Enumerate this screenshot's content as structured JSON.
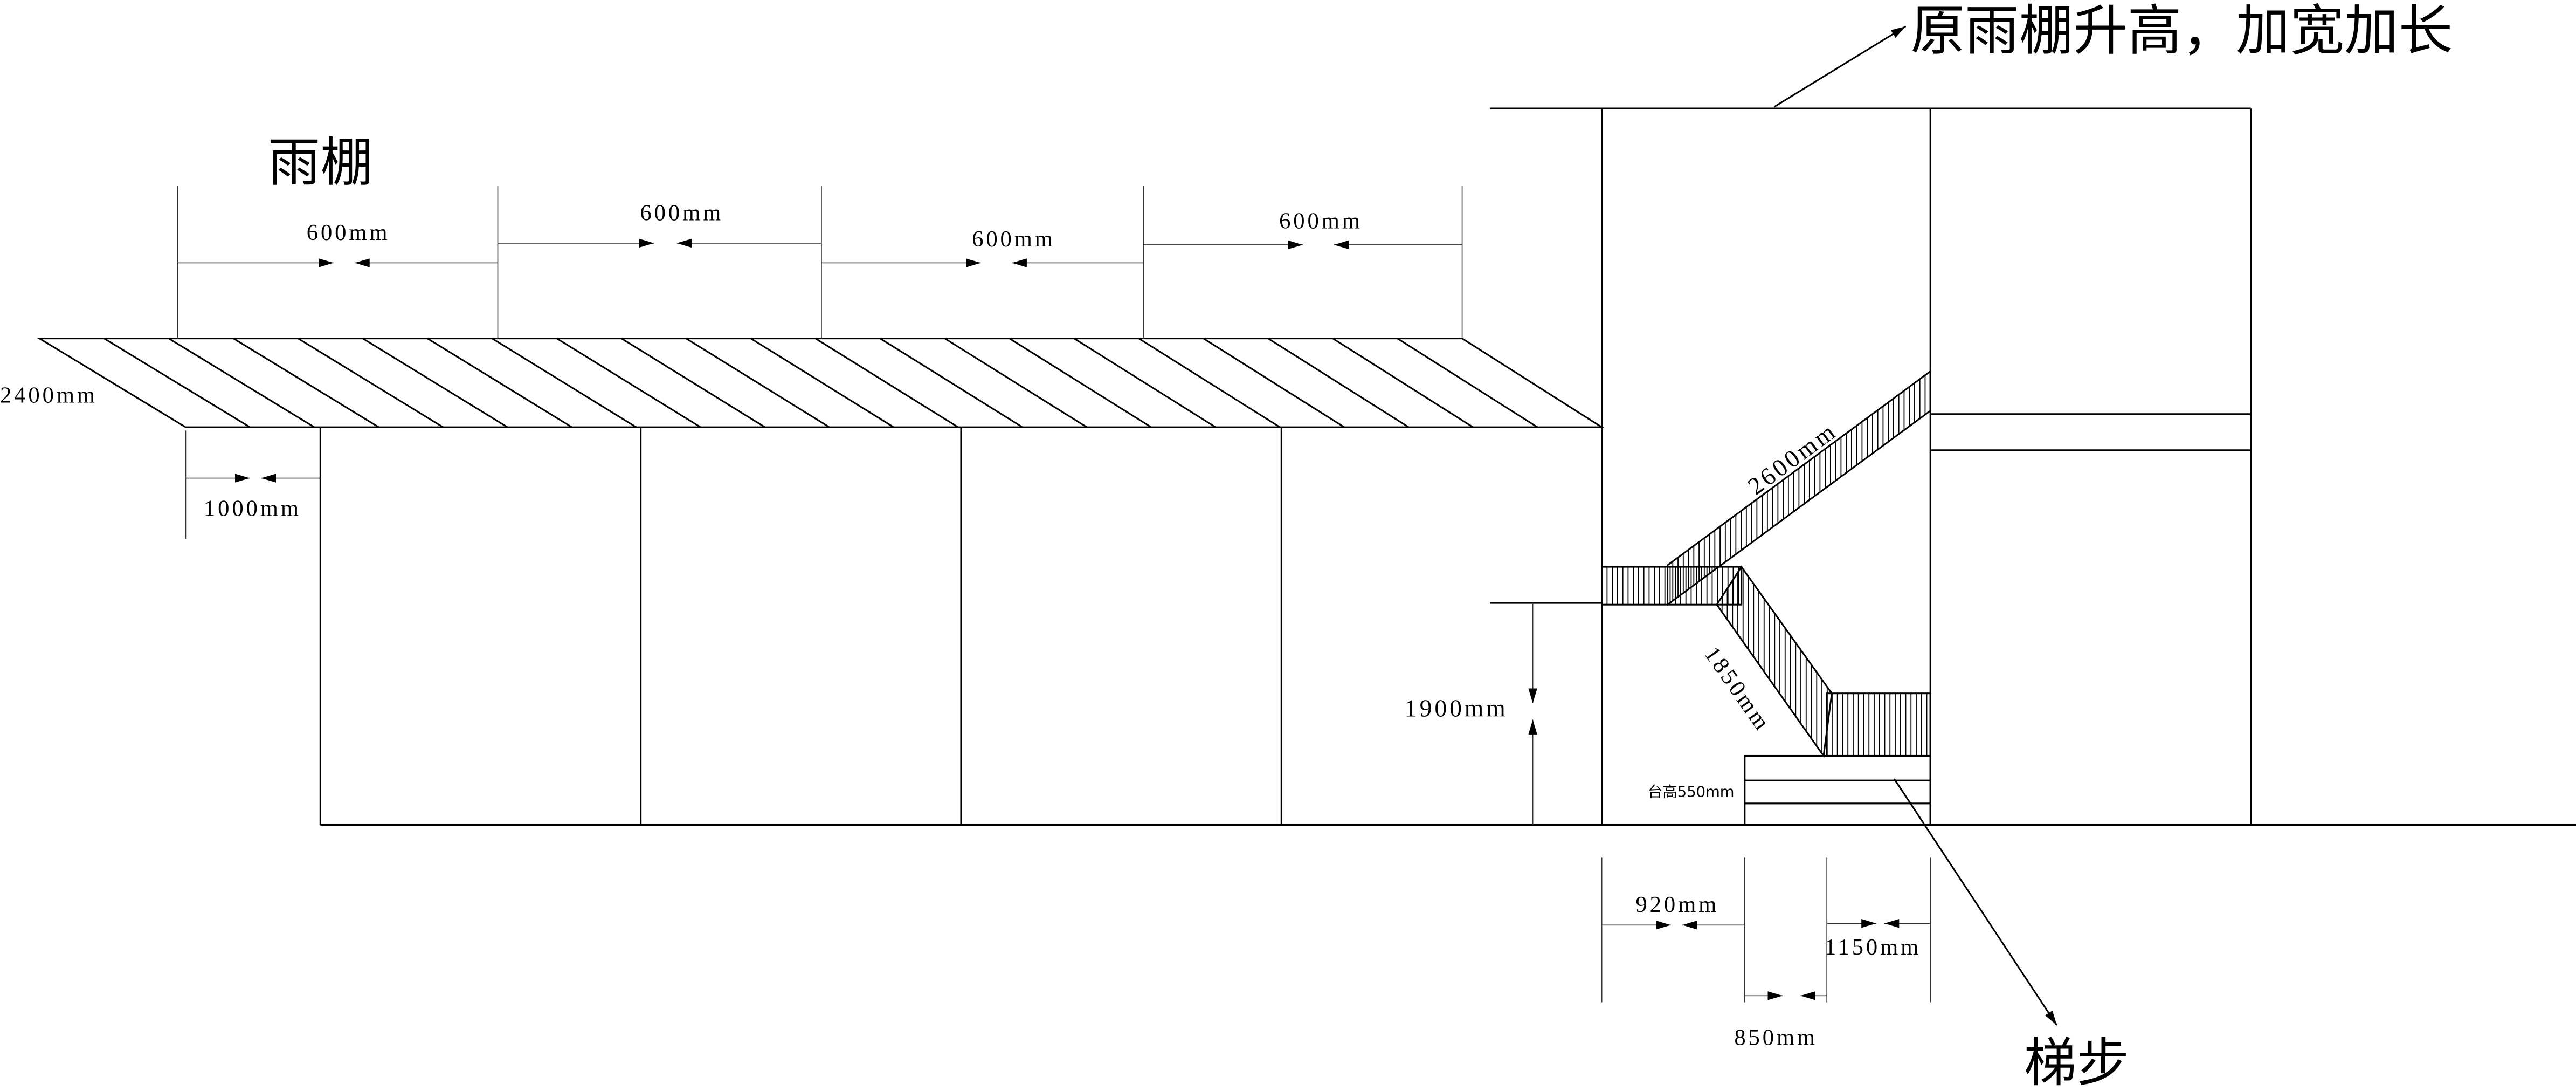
{
  "note": {
    "text": "原雨棚升高，加宽加长"
  },
  "awning": {
    "label": "雨棚",
    "bay_widths": [
      "600mm",
      "600mm",
      "600mm",
      "600mm"
    ],
    "depth": "2400mm",
    "overhang": "1000mm"
  },
  "stair": {
    "label": "梯步",
    "upper_flight": "2600mm",
    "lower_flight": "1850mm",
    "landing_height": "1900mm",
    "platform_height": "台高550mm",
    "widths": [
      "920mm",
      "850mm",
      "1150mm"
    ]
  },
  "colors": {
    "line": "#000000",
    "background": "#ffffff"
  }
}
